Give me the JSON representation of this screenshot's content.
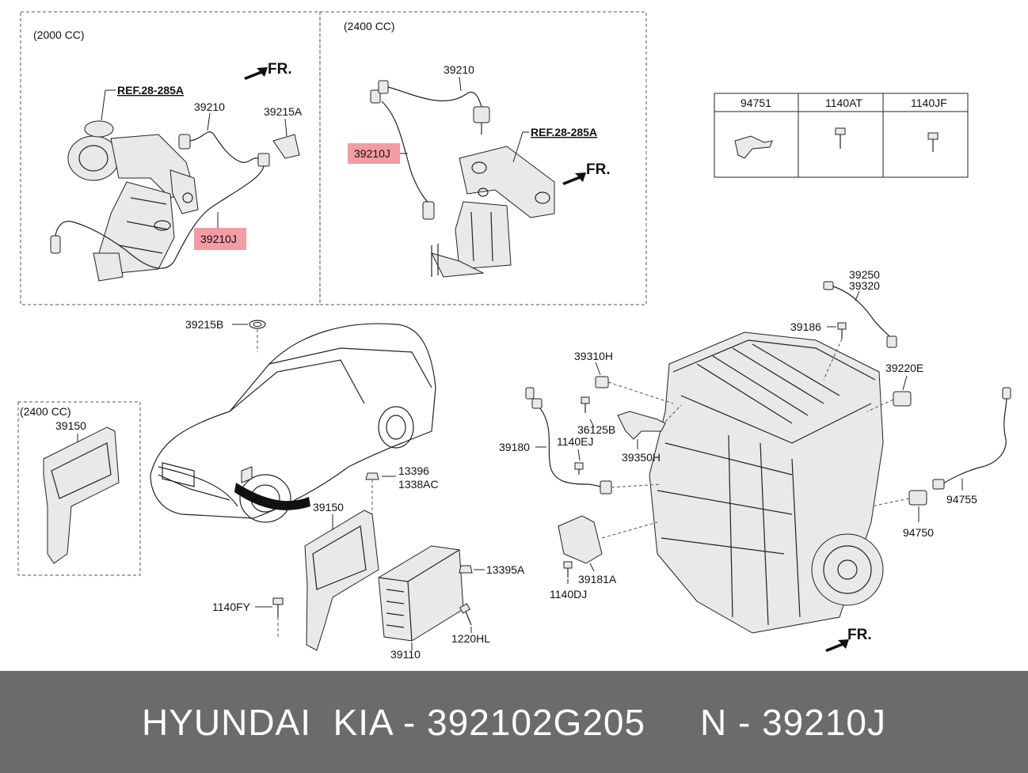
{
  "panels": {
    "top_left": {
      "engine_label": "(2000 CC)",
      "ref_label": "REF.28-285A",
      "fr_label": "FR.",
      "parts": [
        "39210",
        "39215A",
        "39210J"
      ]
    },
    "top_right": {
      "engine_label": "(2400 CC)",
      "ref_label": "REF.28-285A",
      "fr_label": "FR.",
      "parts": [
        "39210",
        "39210J"
      ]
    },
    "bottom_left": {
      "engine_label": "(2400 CC)",
      "parts": [
        "39150"
      ]
    }
  },
  "table": {
    "headers": [
      "94751",
      "1140AT",
      "1140JF"
    ]
  },
  "center_parts": [
    "39215B",
    "39150",
    "13396",
    "1338AC",
    "13395A",
    "1140FY",
    "1220HL",
    "39110"
  ],
  "engine_parts": [
    "39250",
    "39320",
    "39186",
    "39310H",
    "39220E",
    "36125B",
    "1140EJ",
    "39180",
    "39350H",
    "94755",
    "94750",
    "39181A",
    "1140DJ"
  ],
  "engine_fr": "FR.",
  "highlight_color": "#f29ca3",
  "banner": {
    "text": "HYUNDAI  KIA - 392102G205     N - 39210J",
    "background": "#6b6b6b"
  }
}
